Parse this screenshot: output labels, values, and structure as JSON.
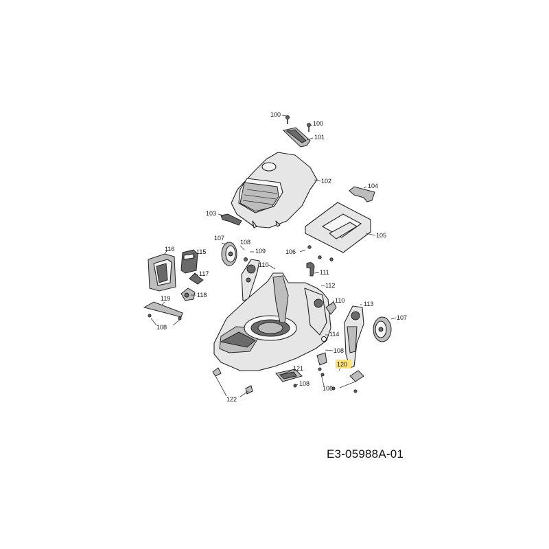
{
  "document_code": "E3-05988A-01",
  "highlight_color": "#ffe27a",
  "callouts": {
    "c100a": "100",
    "c100b": "100",
    "c101": "101",
    "c102": "102",
    "c103": "103",
    "c104": "104",
    "c105": "105",
    "c106": "106",
    "c107a": "107",
    "c107b": "107",
    "c108a": "108",
    "c108b": "108",
    "c108c": "108",
    "c108d": "108",
    "c108e": "108",
    "c109": "109",
    "c110a": "110",
    "c110b": "110",
    "c111": "111",
    "c112": "112",
    "c113": "113",
    "c114": "114",
    "c115": "115",
    "c116": "116",
    "c117": "117",
    "c118": "118",
    "c119": "119",
    "c120": "120",
    "c121": "121",
    "c122": "122"
  }
}
